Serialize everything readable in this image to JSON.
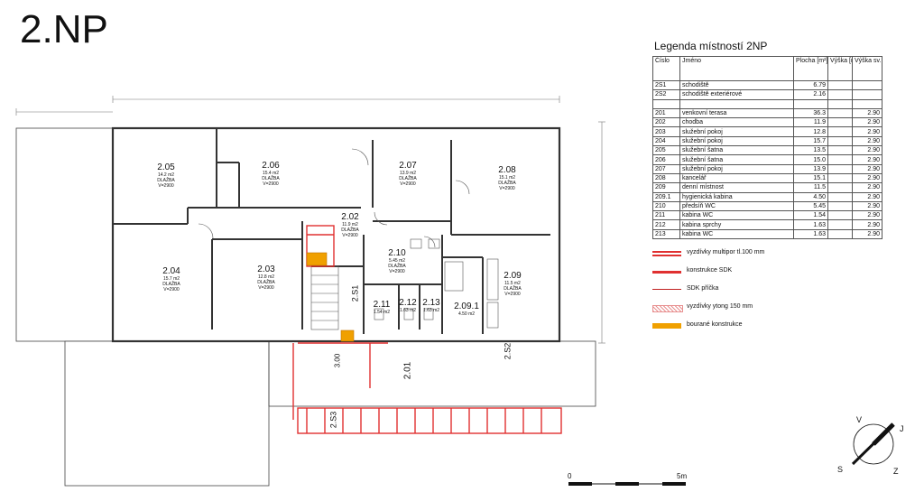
{
  "title": "2.NP",
  "legend": {
    "title": "Legenda místností 2NP",
    "headers": {
      "num": "Číslo",
      "name": "Jméno",
      "area": "Plocha [m²]",
      "height": "Výška [m]",
      "height_sv": "Výška sv. [m]"
    },
    "rows": [
      {
        "num": "2S1",
        "name": "schodiště",
        "area": "6.79",
        "height": "",
        "h2": ""
      },
      {
        "num": "2S2",
        "name": "schodiště exteriérové",
        "area": "2.16",
        "height": "",
        "h2": ""
      },
      {
        "num": "",
        "name": "",
        "area": "",
        "height": "",
        "h2": ""
      },
      {
        "num": "201",
        "name": "venkovní terasa",
        "area": "36.3",
        "height": "",
        "h2": "2.90"
      },
      {
        "num": "202",
        "name": "chodba",
        "area": "11.9",
        "height": "",
        "h2": "2.90"
      },
      {
        "num": "203",
        "name": "služební pokoj",
        "area": "12.8",
        "height": "",
        "h2": "2.90"
      },
      {
        "num": "204",
        "name": "služební pokoj",
        "area": "15.7",
        "height": "",
        "h2": "2.90"
      },
      {
        "num": "205",
        "name": "služební šatna",
        "area": "13.5",
        "height": "",
        "h2": "2.90"
      },
      {
        "num": "206",
        "name": "služební šatna",
        "area": "15.0",
        "height": "",
        "h2": "2.90"
      },
      {
        "num": "207",
        "name": "služební pokoj",
        "area": "13.9",
        "height": "",
        "h2": "2.90"
      },
      {
        "num": "208",
        "name": "kancelář",
        "area": "15.1",
        "height": "",
        "h2": "2.90"
      },
      {
        "num": "209",
        "name": "denní místnost",
        "area": "11.5",
        "height": "",
        "h2": "2.90"
      },
      {
        "num": "209.1",
        "name": "hygienická kabina",
        "area": "4.50",
        "height": "",
        "h2": "2.90"
      },
      {
        "num": "210",
        "name": "předsíň WC",
        "area": "5.45",
        "height": "",
        "h2": "2.90"
      },
      {
        "num": "211",
        "name": "kabina WC",
        "area": "1.54",
        "height": "",
        "h2": "2.90"
      },
      {
        "num": "212",
        "name": "kabina sprchy",
        "area": "1.63",
        "height": "",
        "h2": "2.90"
      },
      {
        "num": "213",
        "name": "kabina WC",
        "area": "1.63",
        "height": "",
        "h2": "2.90"
      }
    ],
    "keys": [
      {
        "label": "vyzdívky multipor tl.100 mm",
        "color": "#e03030",
        "style": "double"
      },
      {
        "label": "konstrukce SDK",
        "color": "#e03030",
        "style": "thick"
      },
      {
        "label": "SDK příčka",
        "color": "#c02020",
        "style": "thin"
      },
      {
        "label": "vyzdívky ytong 150 mm",
        "color": "#e89090",
        "style": "hatch"
      },
      {
        "label": "bourané konstrukce",
        "color": "#f0a000",
        "style": "solid"
      }
    ]
  },
  "rooms": [
    {
      "num": "2.05",
      "area": "14.2 m2",
      "floor": "DLAŽBA",
      "height": "V=2900"
    },
    {
      "num": "2.06",
      "area": "15.4 m2",
      "floor": "DLAŽBA",
      "height": "V=2900"
    },
    {
      "num": "2.07",
      "area": "13.9 m2",
      "floor": "DLAŽBA",
      "height": "V=2900"
    },
    {
      "num": "2.08",
      "area": "15.1 m2",
      "floor": "DLAŽBA",
      "height": "V=2900"
    },
    {
      "num": "2.04",
      "area": "15.7 m2",
      "floor": "DLAŽBA",
      "height": "V=2900"
    },
    {
      "num": "2.03",
      "area": "12.8 m2",
      "floor": "DLAŽBA",
      "height": "V=2900"
    },
    {
      "num": "2.02",
      "area": "11.9 m2",
      "floor": "DLAŽBA",
      "height": "V=2900"
    },
    {
      "num": "2.10",
      "area": "5.45 m2",
      "floor": "DLAŽBA",
      "height": "V=2900"
    },
    {
      "num": "2.09",
      "area": "11.5 m2",
      "floor": "DLAŽBA",
      "height": "V=2900"
    },
    {
      "num": "2.11",
      "area": "1.54 m2"
    },
    {
      "num": "2.12",
      "area": "1.63 m2"
    },
    {
      "num": "2.13",
      "area": "1.63 m2"
    },
    {
      "num": "2.09.1",
      "area": "4.50 m2"
    },
    {
      "num": "2.01",
      "area": ""
    }
  ],
  "labels": {
    "s1": "2.S1",
    "s2": "2.S2",
    "s3": "2.S3",
    "elev": "3.00"
  },
  "scale": {
    "start": "0",
    "end": "5m"
  },
  "compass": {
    "n": "V",
    "e": "J",
    "s": "S",
    "w": "Z"
  }
}
